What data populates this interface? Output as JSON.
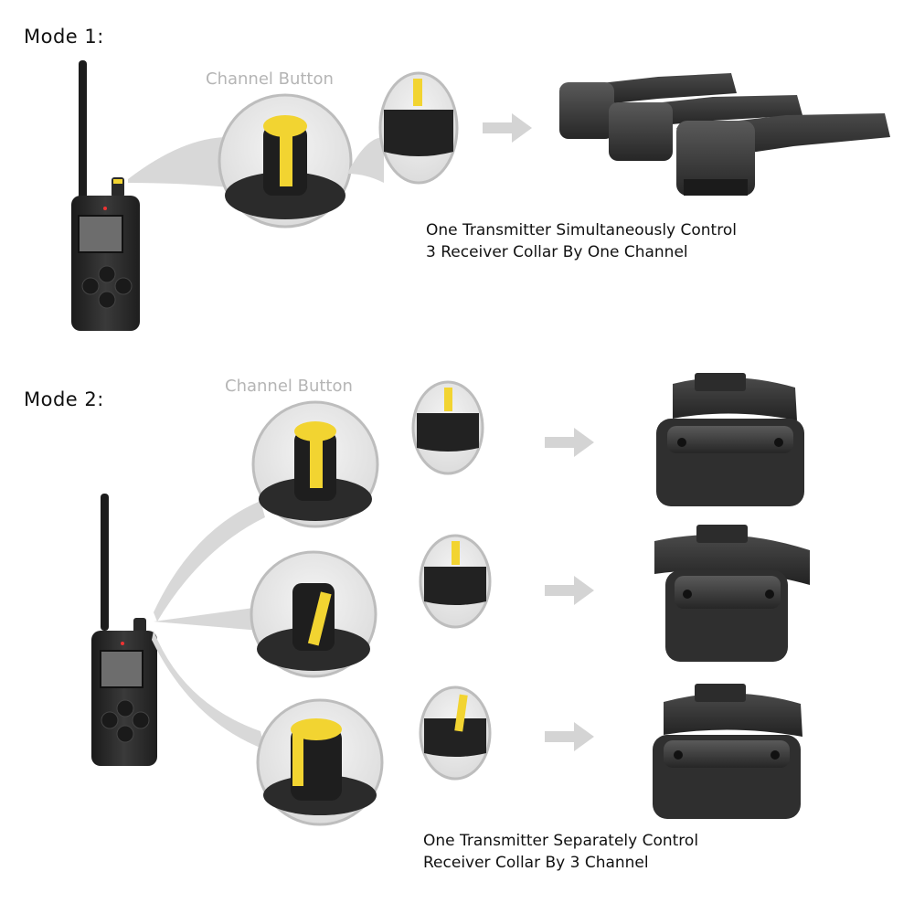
{
  "mode1": {
    "label": "Mode 1:",
    "channel_label": "Channel Button",
    "caption_line1": "One Transmitter Simultaneously Control",
    "caption_line2": "3 Receiver Collar By One Channel"
  },
  "mode2": {
    "label": "Mode 2:",
    "channel_label": "Channel Button",
    "caption_line1": "One Transmitter Separately Control",
    "caption_line2": "Receiver Collar By 3 Channel"
  },
  "colors": {
    "device": "#2b2b2b",
    "knob_yellow": "#f2d431",
    "arrow": "#d4d4d4",
    "beam": "#cfcfcf"
  },
  "icons": [
    "transmitter-icon",
    "channel-knob-icon",
    "arrow-right-icon",
    "collar-receiver-icon"
  ]
}
